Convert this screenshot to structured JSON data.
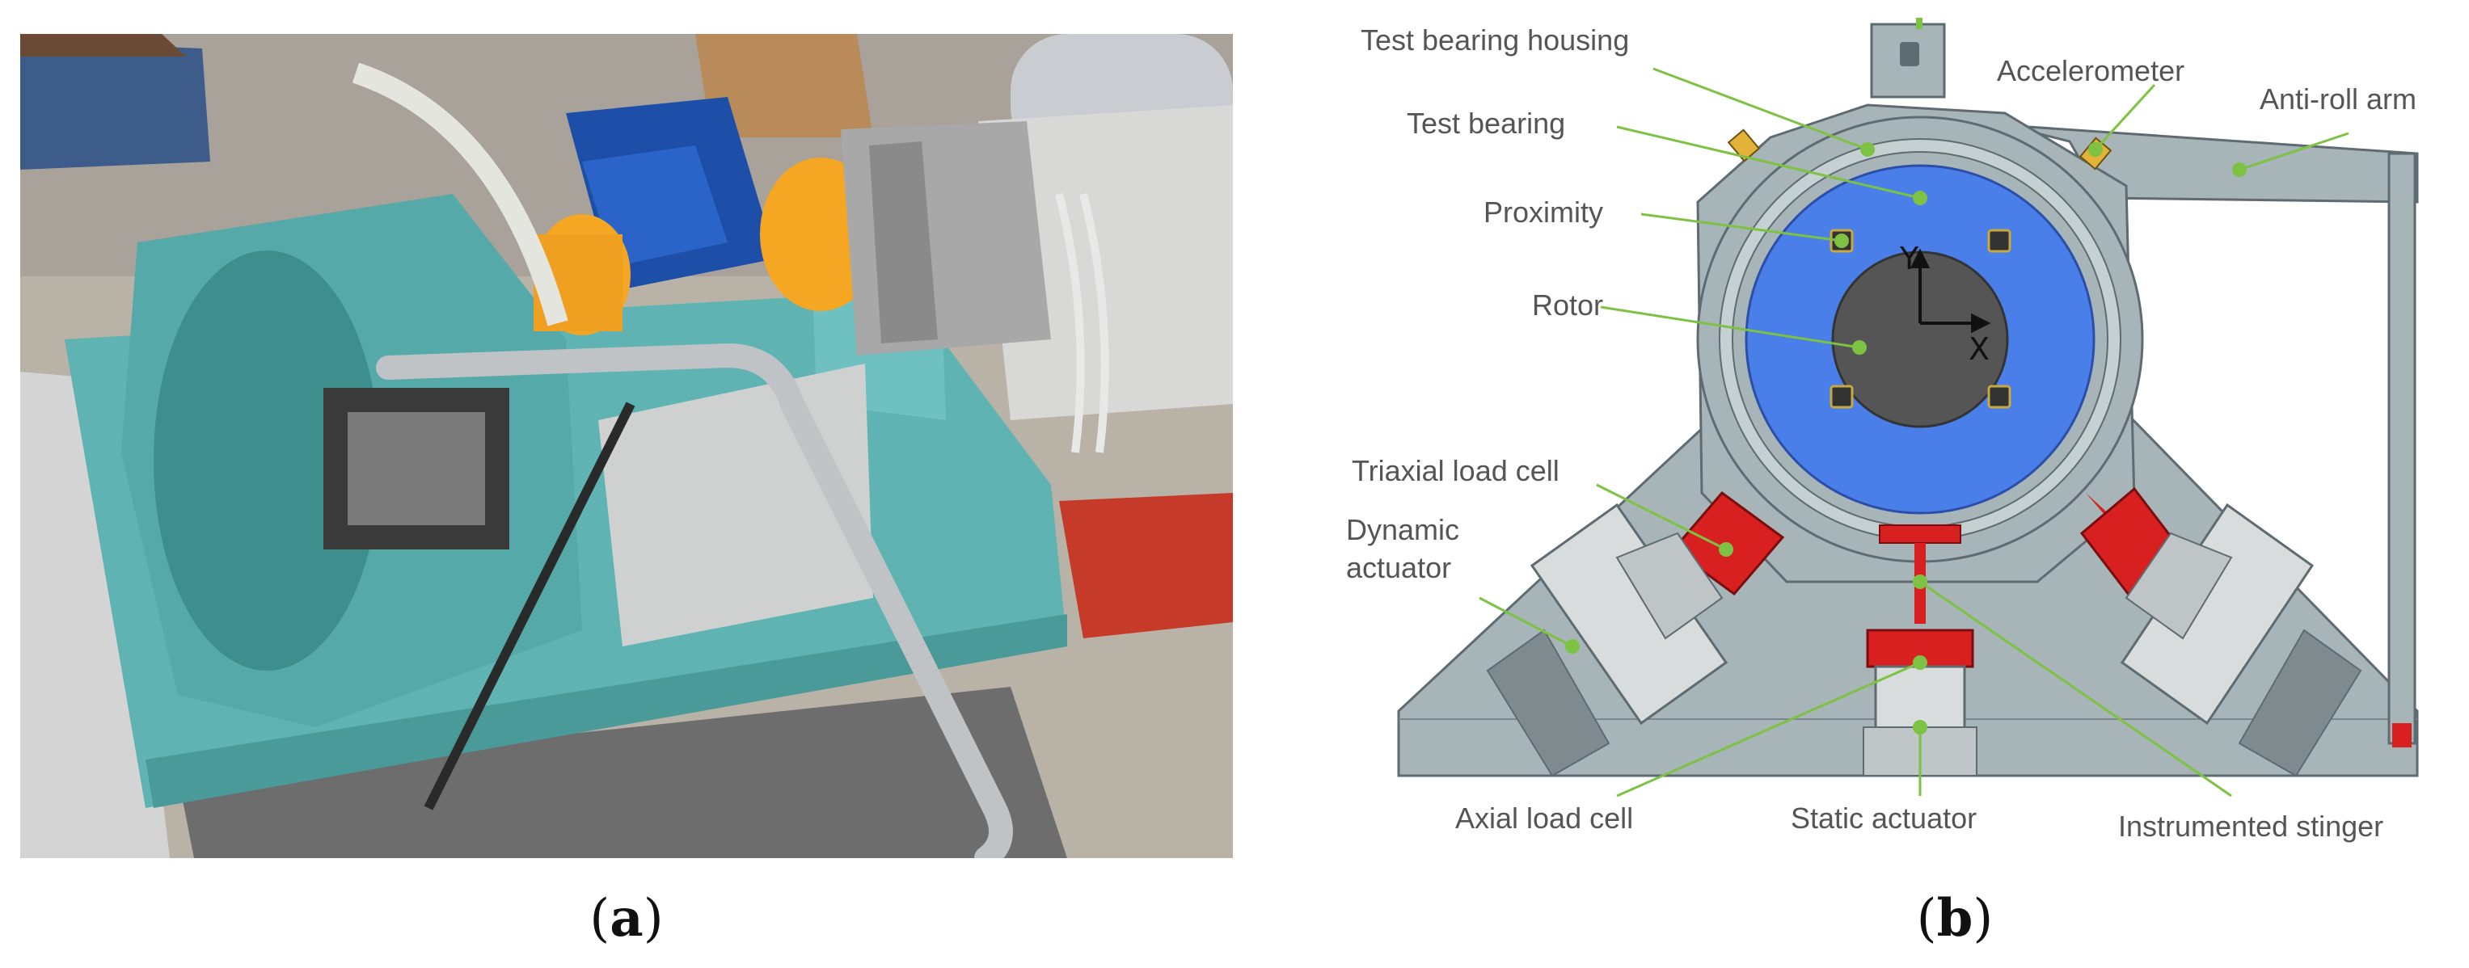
{
  "panel_a": {
    "caption_letter": "a",
    "caption_open": "(",
    "caption_close": ")"
  },
  "panel_b": {
    "caption_letter": "b",
    "caption_open": "(",
    "caption_close": ")",
    "labels": {
      "test_bearing_housing": "Test bearing housing",
      "test_bearing": "Test bearing",
      "proximity": "Proximity",
      "rotor": "Rotor",
      "triaxial_load_cell": "Triaxial load cell",
      "dynamic_actuator_line1": "Dynamic",
      "dynamic_actuator_line2": "actuator",
      "accelerometer": "Accelerometer",
      "anti_roll_arm": "Anti-roll arm",
      "axial_load_cell": "Axial load cell",
      "static_actuator": "Static actuator",
      "instrumented_stinger": "Instrumented stinger",
      "axis_x": "X",
      "axis_y": "Y"
    }
  },
  "colors": {
    "machine_teal": "#5fb3b3",
    "motor_blue": "#1e4fa8",
    "coupling_orange": "#f5a623",
    "bearing_blue": "#4a7ee8",
    "rotor_grey": "#555555",
    "housing_grey": "#9aaab0",
    "load_cell_red": "#d82020",
    "leader_green": "#7dc242"
  }
}
